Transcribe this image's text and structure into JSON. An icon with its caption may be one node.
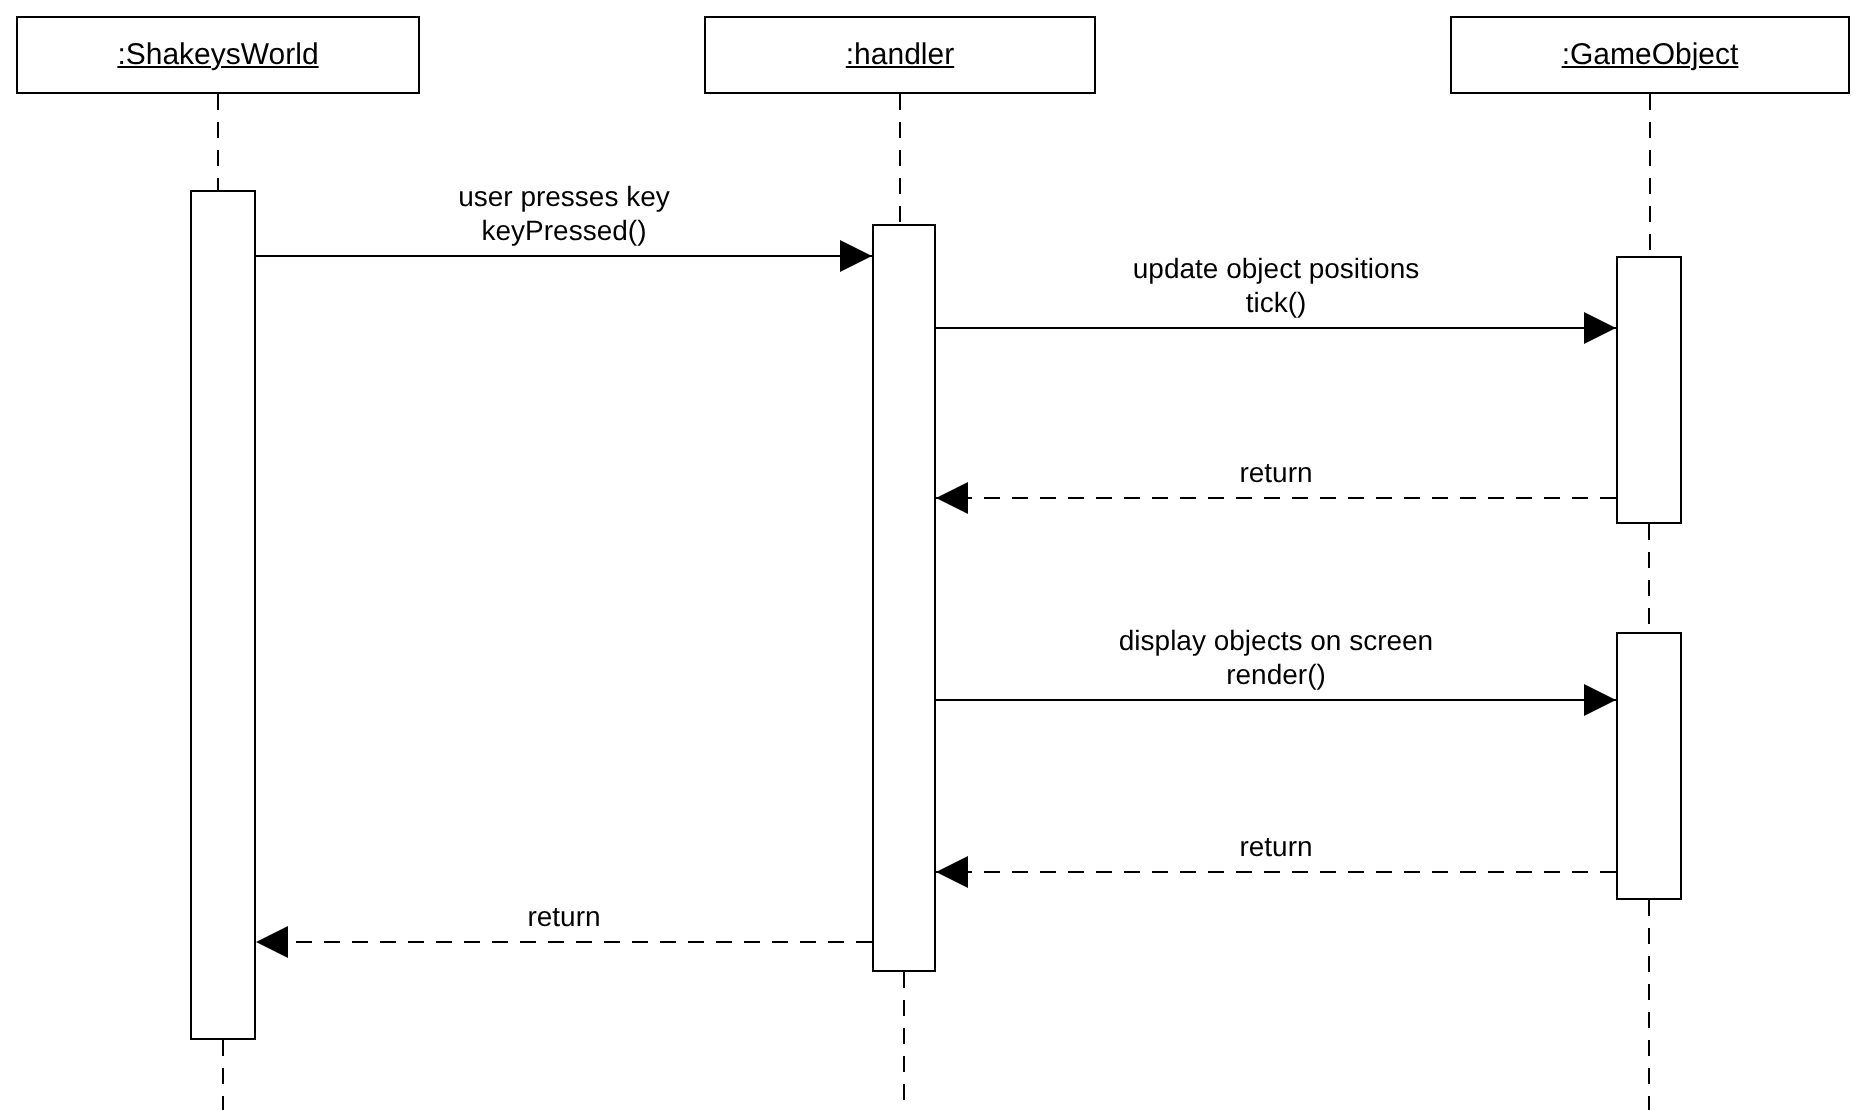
{
  "diagram": {
    "nodes": [
      {
        "text": [
          ":ShakeysWorld"
        ]
      },
      {
        "text": [
          ":handler"
        ]
      },
      {
        "text": [
          ":GameObject"
        ]
      },
      {
        "text": [],
        "shape": "bar"
      },
      {
        "text": [],
        "shape": "bar"
      },
      {
        "text": [],
        "shape": "bar"
      },
      {
        "text": [],
        "shape": "bar"
      }
    ],
    "edges": [
      {
        "from": 0,
        "to": 3,
        "arrow": "none",
        "style": "dashed"
      },
      {
        "from": 3,
        "to": null,
        "arrow": "none",
        "style": "dashed"
      },
      {
        "from": 1,
        "to": 4,
        "arrow": "none",
        "style": "dashed"
      },
      {
        "from": 4,
        "to": null,
        "arrow": "none",
        "style": "dashed"
      },
      {
        "from": 2,
        "to": 5,
        "arrow": "none",
        "style": "dashed"
      },
      {
        "from": 5,
        "to": 6,
        "arrow": "none",
        "style": "dashed"
      },
      {
        "from": 6,
        "to": null,
        "arrow": "none",
        "style": "dashed"
      },
      {
        "from": 3,
        "to": 4,
        "arrow": "to",
        "label": "user presses key keyPressed()"
      },
      {
        "from": 4,
        "to": 5,
        "arrow": "to",
        "label": "update object positions tick()"
      },
      {
        "from": 5,
        "to": 4,
        "arrow": "to",
        "label": "return",
        "style": "dashed"
      },
      {
        "from": 4,
        "to": 6,
        "arrow": "to",
        "label": "display objects on screen render()"
      },
      {
        "from": 6,
        "to": 4,
        "arrow": "to",
        "label": "return",
        "style": "dashed"
      },
      {
        "from": 4,
        "to": 3,
        "arrow": "to",
        "label": "return",
        "style": "dashed"
      }
    ]
  }
}
